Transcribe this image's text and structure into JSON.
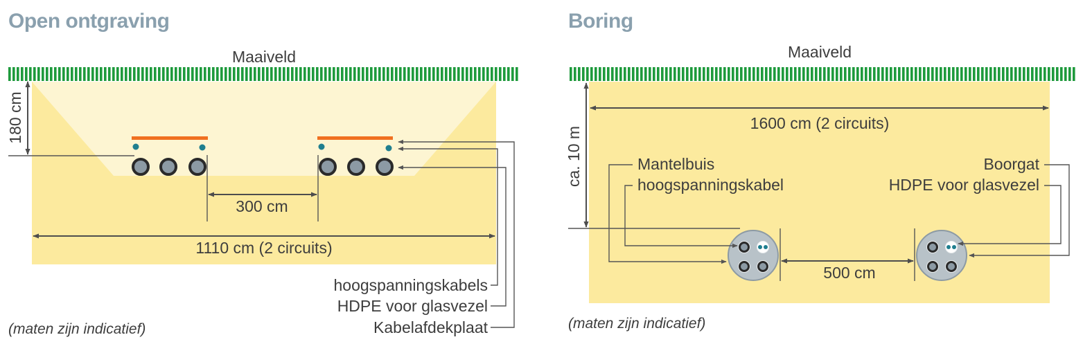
{
  "open_trench": {
    "title": "Open ontgraving",
    "ground_label": "Maaiveld",
    "depth_label": "180 cm",
    "spacing_label": "300 cm",
    "width_label": "1110 cm (2 circuits)",
    "legend": [
      "hoogspanningskabels",
      "HDPE voor glasvezel",
      "Kabelafdekplaat"
    ],
    "note": "(maten zijn indicatief)"
  },
  "drilling": {
    "title": "Boring",
    "ground_label": "Maaiveld",
    "depth_label": "ca. 10 m",
    "width_label": "1600 cm (2 circuits)",
    "spacing_label": "500 cm",
    "left_labels": [
      "Mantelbuis",
      "hoogspanningskabel"
    ],
    "right_labels": [
      "Boorgat",
      "HDPE voor glasvezel"
    ],
    "note": "(maten zijn indicatief)"
  },
  "colors": {
    "grass": "#1e9a3c",
    "soil": "#fcea9e",
    "trench_fill": "#fdf5d2",
    "cover_plate": "#f07020",
    "fiber_duct": "#1f7f8f",
    "cable_ring": "#2a2a2a",
    "cable_fill": "#8c9aa4",
    "borehole": "#b8c2c8",
    "heading": "#8aa0ae"
  }
}
